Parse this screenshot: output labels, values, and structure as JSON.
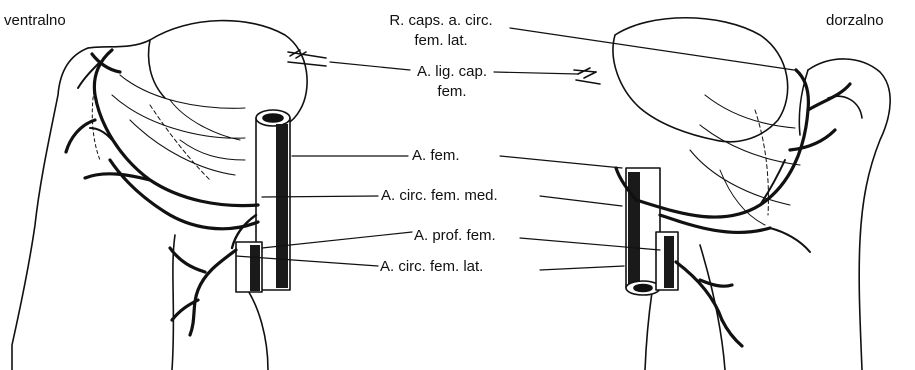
{
  "views": {
    "left": "ventralno",
    "right": "dorzalno"
  },
  "labels": {
    "r_caps_line1": "R. caps. a. circ.",
    "r_caps_line2": "fem. lat.",
    "lig_cap_line1": "A. lig. cap.",
    "lig_cap_line2": "fem.",
    "a_fem": "A. fem.",
    "circ_med": "A. circ. fem. med.",
    "prof_fem": "A. prof. fem.",
    "circ_lat": "A. circ. fem. lat."
  },
  "colors": {
    "ink": "#111111",
    "bone_fill": "#ffffff",
    "vessel_dark": "#1a1a1a"
  }
}
